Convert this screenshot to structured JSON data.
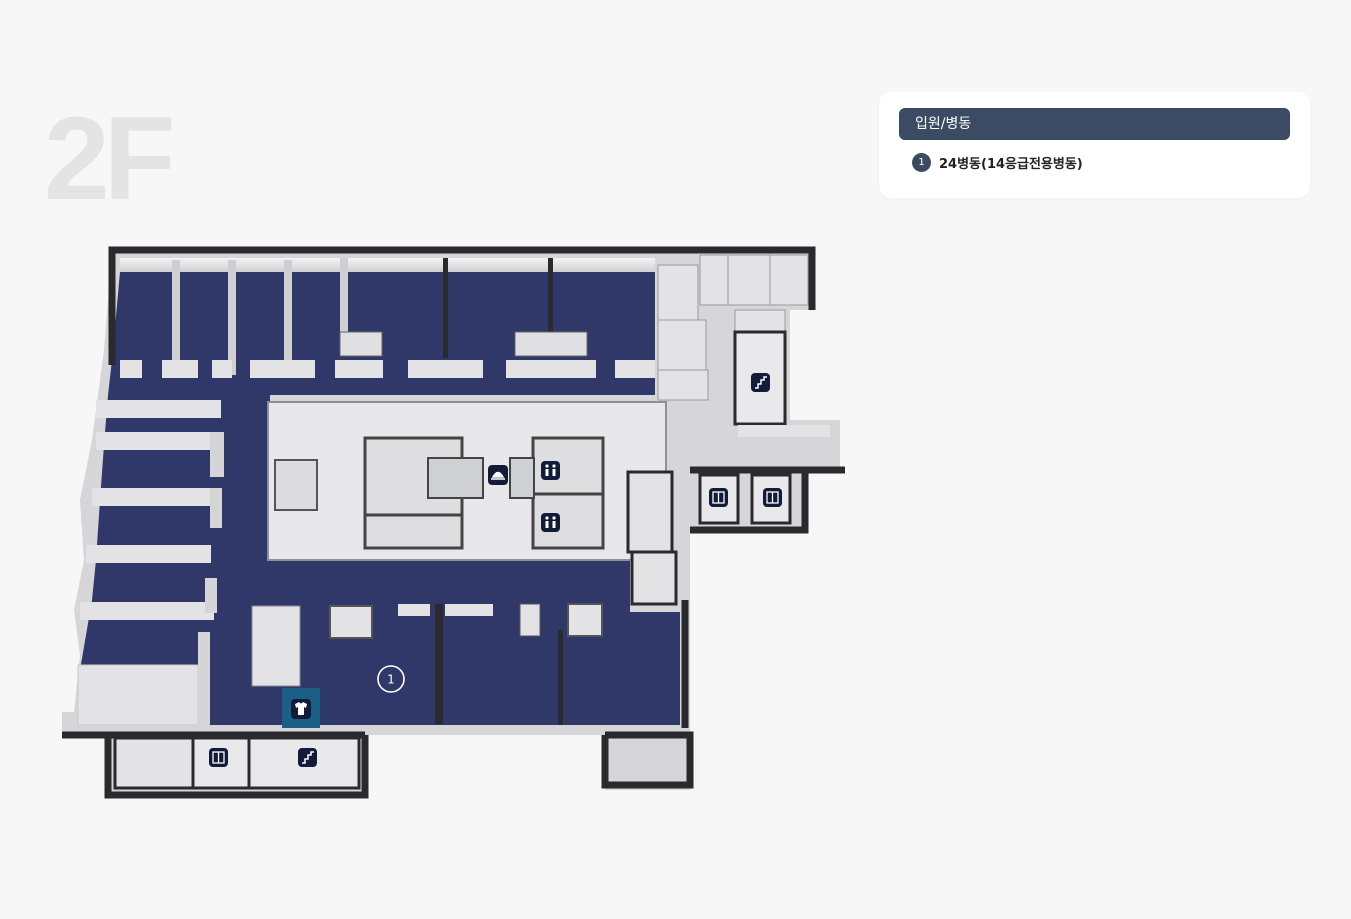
{
  "floor": {
    "label": "2F"
  },
  "legend": {
    "header": "입원/병동",
    "items": [
      {
        "number": "1",
        "label": "24병동(14응급전용병동)"
      }
    ]
  },
  "map": {
    "markers": [
      {
        "number": "1"
      }
    ],
    "icons": [
      "stairs-icon",
      "restroom-icon",
      "elevator-icon",
      "reception-icon",
      "clothing-icon"
    ],
    "colors": {
      "floor": "#2f3868",
      "wall": "#2a2a2e",
      "room": "#e8e8ea",
      "accent": "#3a4b63"
    }
  }
}
